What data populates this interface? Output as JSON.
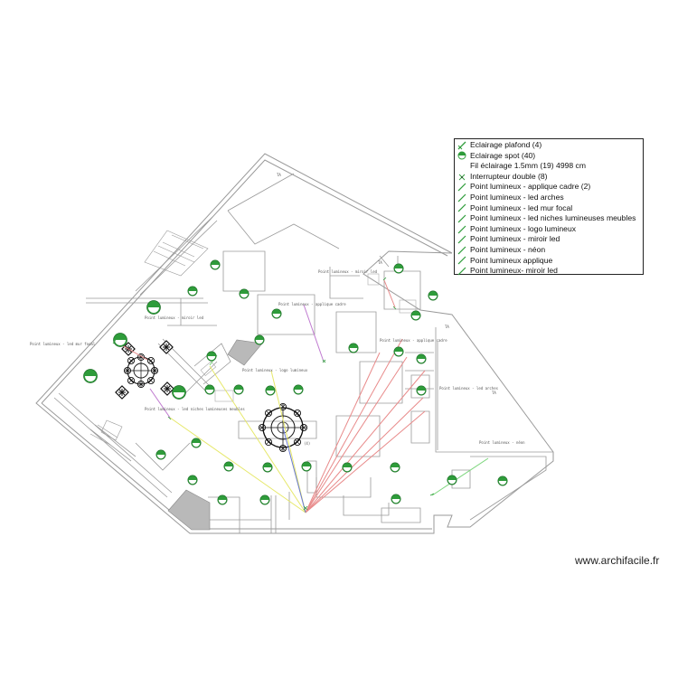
{
  "legend": {
    "items": [
      {
        "label": "Eclairage plafond (4)",
        "icon": "ceiling-light-icon",
        "color": "#2e9c3a"
      },
      {
        "label": "Eclairage spot (40)",
        "icon": "spot-light-icon",
        "color": "#2e9c3a"
      },
      {
        "label": "Fil éclairage 1.5mm (19) 4998 cm",
        "icon": "none",
        "color": "#2e9c3a"
      },
      {
        "label": "Interrupteur double (8)",
        "icon": "double-switch-icon",
        "color": "#2e9c3a"
      },
      {
        "label": "Point lumineux - applique cadre (2)",
        "icon": "light-point-icon",
        "color": "#2e9c3a"
      },
      {
        "label": "Point lumineux - led arches",
        "icon": "light-point-icon",
        "color": "#2e9c3a"
      },
      {
        "label": "Point lumineux - led mur focal",
        "icon": "light-point-icon",
        "color": "#2e9c3a"
      },
      {
        "label": "Point lumineux - led niches lumineuses meubles",
        "icon": "light-point-icon",
        "color": "#2e9c3a"
      },
      {
        "label": "Point lumineux - logo lumineux",
        "icon": "light-point-icon",
        "color": "#2e9c3a"
      },
      {
        "label": "Point lumineux - miroir led",
        "icon": "light-point-icon",
        "color": "#2e9c3a"
      },
      {
        "label": "Point lumineux - néon",
        "icon": "light-point-icon",
        "color": "#2e9c3a"
      },
      {
        "label": "Point lumineux applique",
        "icon": "light-point-icon",
        "color": "#2e9c3a"
      },
      {
        "label": "Point lumineux- miroir led",
        "icon": "light-point-icon",
        "color": "#2e9c3a"
      }
    ]
  },
  "watermark": "www.archifacile.fr",
  "plan_labels": {
    "miroir_led_1": "Point lumineux - miroir led",
    "miroir_led_2": "Point lumineux - miroir led",
    "applique_cadre_1": "Point lumineux - applique cadre",
    "applique_cadre_2": "Point lumineux - applique cadre",
    "led_mur_focal": "Point lumineux - led mur focal",
    "logo_lumineux": "Point lumineux - logo lumineux",
    "led_niches": "Point lumineux - led niches lumineuses meubles",
    "led_arches": "Point lumineux - led arches",
    "neon": "Point lumineux - néon",
    "room_a": "TA",
    "room_b": "TA",
    "room_c": "TA",
    "room_d": "TA",
    "spot_count": "(4)"
  },
  "colors": {
    "spot_green": "#2e9c3a",
    "wire_red": "#e88a8a",
    "wire_yellow": "#e6e86a",
    "wire_violet": "#c07ad0",
    "wire_green": "#7ed67e",
    "wire_blue": "#6a7ad0",
    "wall": "#9a9a9a"
  }
}
